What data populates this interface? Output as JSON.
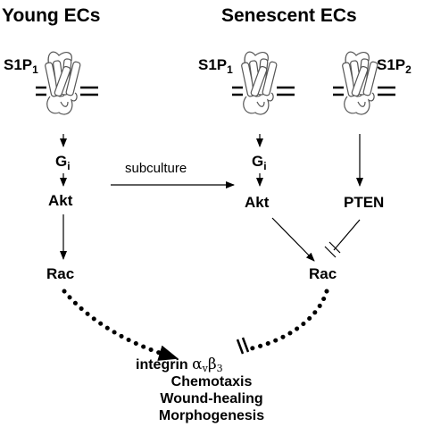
{
  "headers": {
    "young": "Young ECs",
    "senescent": "Senescent ECs"
  },
  "young": {
    "receptor": {
      "name": "S1P",
      "subscript": "1"
    },
    "gprotein": {
      "name": "G",
      "subscript": "i"
    },
    "akt": "Akt",
    "rac": "Rac"
  },
  "senescent": {
    "receptor1": {
      "name": "S1P",
      "subscript": "1"
    },
    "receptor2": {
      "name": "S1P",
      "subscript": "2"
    },
    "gprotein": {
      "name": "G",
      "subscript": "i"
    },
    "akt": "Akt",
    "pten": "PTEN",
    "rac": "Rac"
  },
  "transition": "subculture",
  "outcomes": {
    "integrin_prefix": "integrin ",
    "integrin_alpha": "α",
    "integrin_v": "v",
    "integrin_beta": "β",
    "integrin_3": "3",
    "line2": "Chemotaxis",
    "line3": "Wound-healing",
    "line4": "Morphogenesis"
  }
}
